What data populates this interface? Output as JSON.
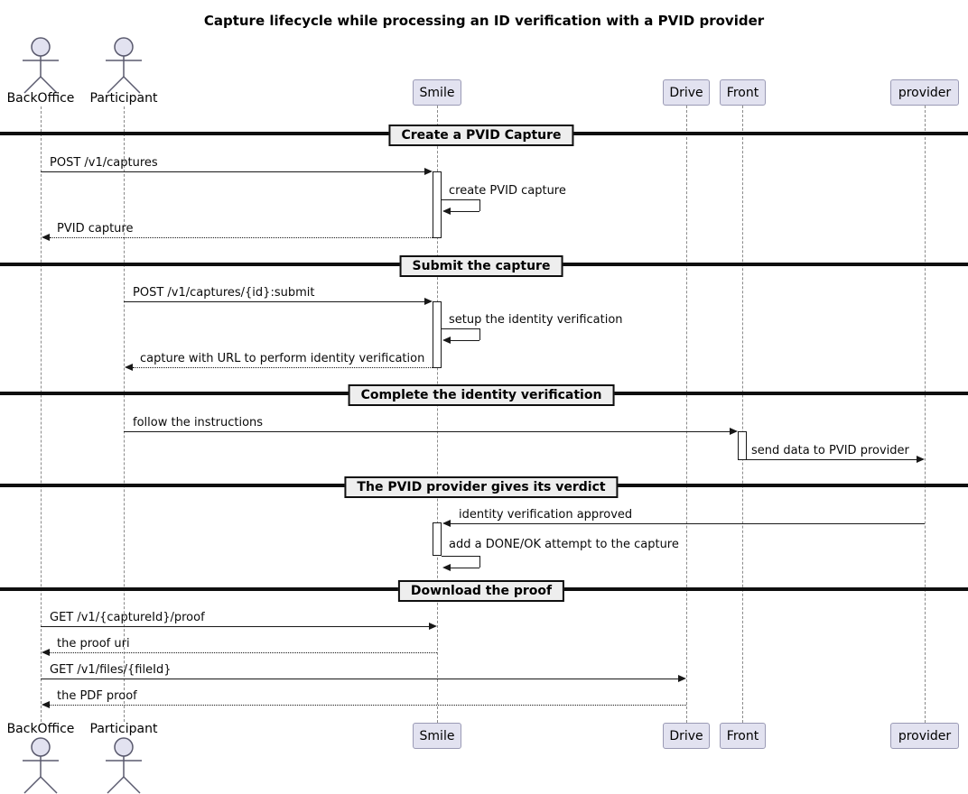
{
  "title": "Capture lifecycle while processing an ID verification with a PVID provider",
  "actors": [
    {
      "name": "BackOffice"
    },
    {
      "name": "Participant"
    }
  ],
  "participants": [
    {
      "name": "Smile"
    },
    {
      "name": "Drive"
    },
    {
      "name": "Front"
    },
    {
      "name": "provider"
    }
  ],
  "dividers": [
    {
      "label": "Create a PVID Capture"
    },
    {
      "label": "Submit the capture"
    },
    {
      "label": "Complete the identity verification"
    },
    {
      "label": "The PVID provider gives its verdict"
    },
    {
      "label": "Download the proof"
    }
  ],
  "messages": [
    {
      "label": "POST /v1/captures",
      "from": "BackOffice",
      "to": "Smile",
      "style": "solid"
    },
    {
      "label": "create PVID capture",
      "from": "Smile",
      "to": "Smile",
      "style": "self"
    },
    {
      "label": "PVID capture",
      "from": "Smile",
      "to": "BackOffice",
      "style": "return"
    },
    {
      "label": "POST /v1/captures/{id}:submit",
      "from": "Participant",
      "to": "Smile",
      "style": "solid"
    },
    {
      "label": "setup the identity verification",
      "from": "Smile",
      "to": "Smile",
      "style": "self"
    },
    {
      "label": "capture with URL to perform identity verification",
      "from": "Smile",
      "to": "Participant",
      "style": "return"
    },
    {
      "label": "follow the instructions",
      "from": "Participant",
      "to": "Front",
      "style": "solid"
    },
    {
      "label": "send data to PVID provider",
      "from": "Front",
      "to": "provider",
      "style": "solid"
    },
    {
      "label": "identity verification approved",
      "from": "provider",
      "to": "Smile",
      "style": "solid"
    },
    {
      "label": "add a DONE/OK attempt to the capture",
      "from": "Smile",
      "to": "Smile",
      "style": "self"
    },
    {
      "label": "GET /v1/{captureId}/proof",
      "from": "BackOffice",
      "to": "Smile",
      "style": "solid"
    },
    {
      "label": "the proof uri",
      "from": "Smile",
      "to": "BackOffice",
      "style": "return"
    },
    {
      "label": "GET /v1/files/{fileId}",
      "from": "BackOffice",
      "to": "Drive",
      "style": "solid"
    },
    {
      "label": "the PDF proof",
      "from": "Drive",
      "to": "BackOffice",
      "style": "return"
    }
  ],
  "colors": {
    "participant_fill": "#E2E2F0",
    "participant_border": "#9a9ab5",
    "divider_fill": "#EEEEEE",
    "divider_border": "#0f0f0f",
    "message_line": "#181818",
    "lifeline": "#8a8a8a",
    "actor_head_fill": "#E2E2F0",
    "background": "#ffffff"
  }
}
